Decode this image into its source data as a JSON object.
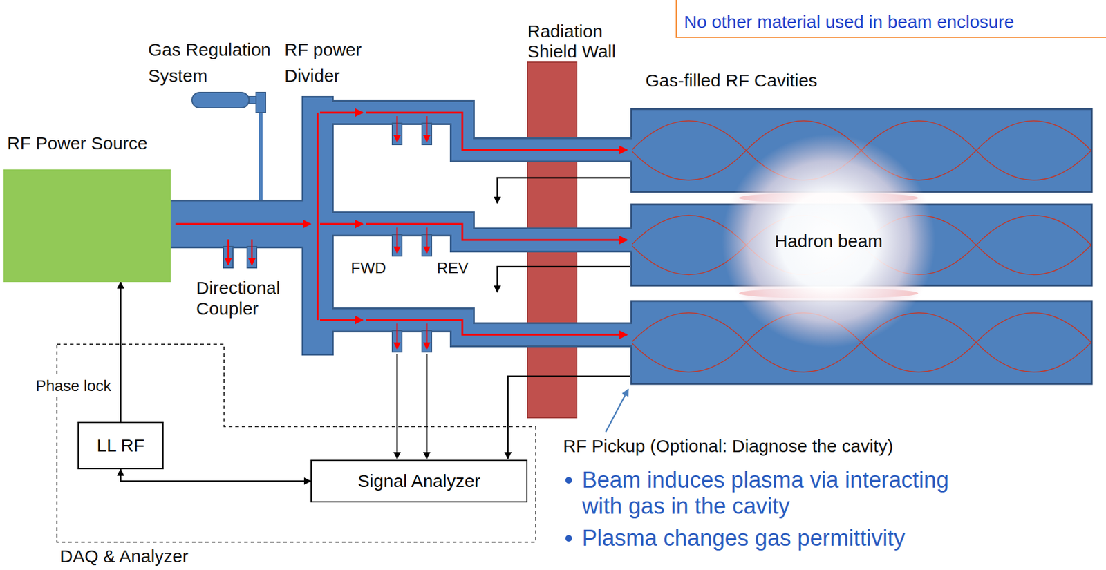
{
  "diagram": {
    "nodes": [
      {
        "text": [
          "No other material used in beam enclosure"
        ]
      },
      {
        "text": [
          "RF Power Source"
        ]
      },
      {
        "text": [
          "Hadron beam"
        ]
      },
      {
        "text": [
          "DAQ & Analyzer"
        ]
      },
      {
        "text": [
          "LL RF"
        ],
        "in": 3
      },
      {
        "text": [
          "Signal Analyzer"
        ],
        "in": 3
      }
    ],
    "edges": [
      {
        "from": 4,
        "to": 1,
        "arrow": "to",
        "label": "Phase lock"
      },
      {
        "from": 4,
        "to": 5,
        "arrow": "both"
      }
    ],
    "labels": [
      "Gas Regulation System",
      "RF power Divider",
      "Radiation Shield Wall",
      "Gas-filled RF Cavities",
      "FWD",
      "REV",
      "Directional Coupler",
      "RF Pickup (Optional: Diagnose the cavity)",
      "Beam induces plasma via interacting with gas in the cavity",
      "Plasma changes gas permittivity"
    ]
  }
}
